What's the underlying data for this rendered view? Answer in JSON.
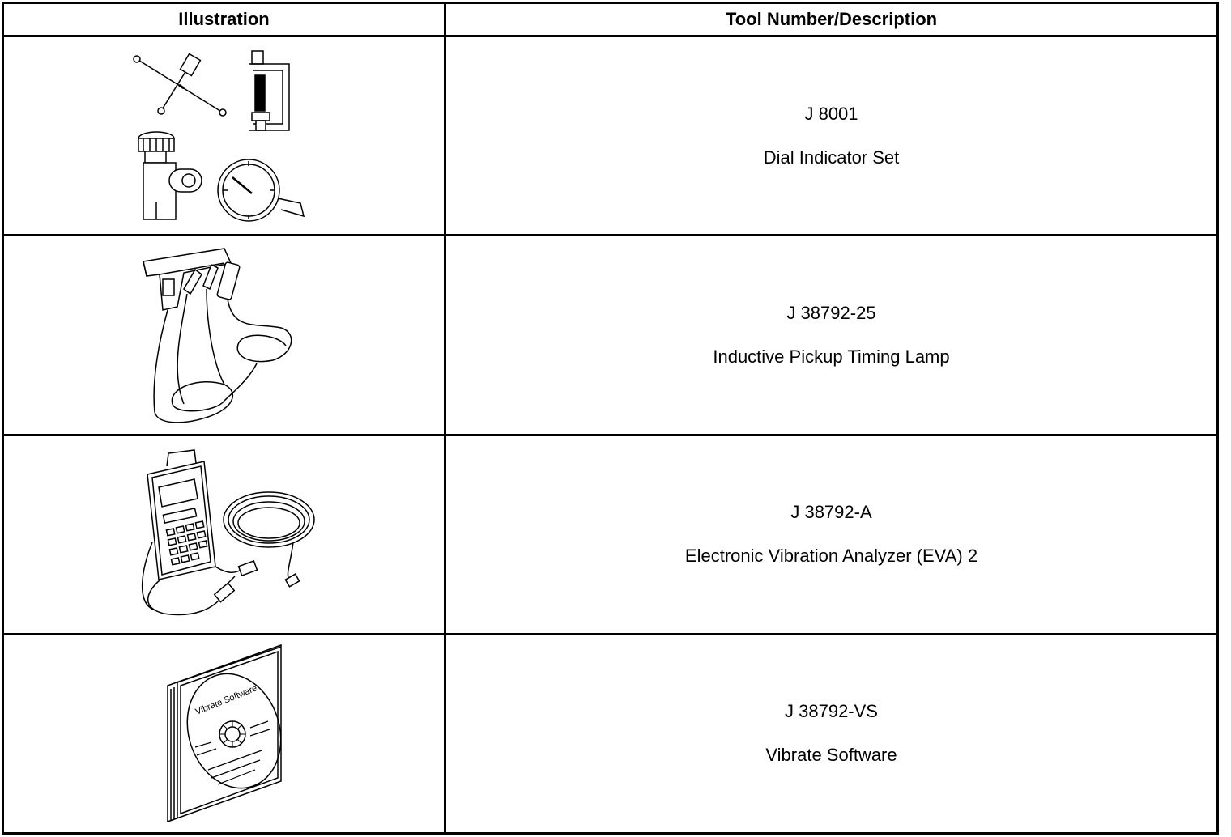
{
  "table": {
    "headers": {
      "illustration": "Illustration",
      "tool": "Tool Number/Description"
    },
    "rows": [
      {
        "number": "J 8001",
        "description": "Dial Indicator Set",
        "icon": "dial-indicator-set-icon"
      },
      {
        "number": "J 38792-25",
        "description": "Inductive Pickup Timing Lamp",
        "icon": "timing-lamp-icon"
      },
      {
        "number": "J 38792-A",
        "description": "Electronic Vibration Analyzer (EVA) 2",
        "icon": "vibration-analyzer-icon"
      },
      {
        "number": "J 38792-VS",
        "description": "Vibrate Software",
        "icon": "software-cd-icon",
        "cd_label": "Vibrate Software"
      }
    ]
  }
}
